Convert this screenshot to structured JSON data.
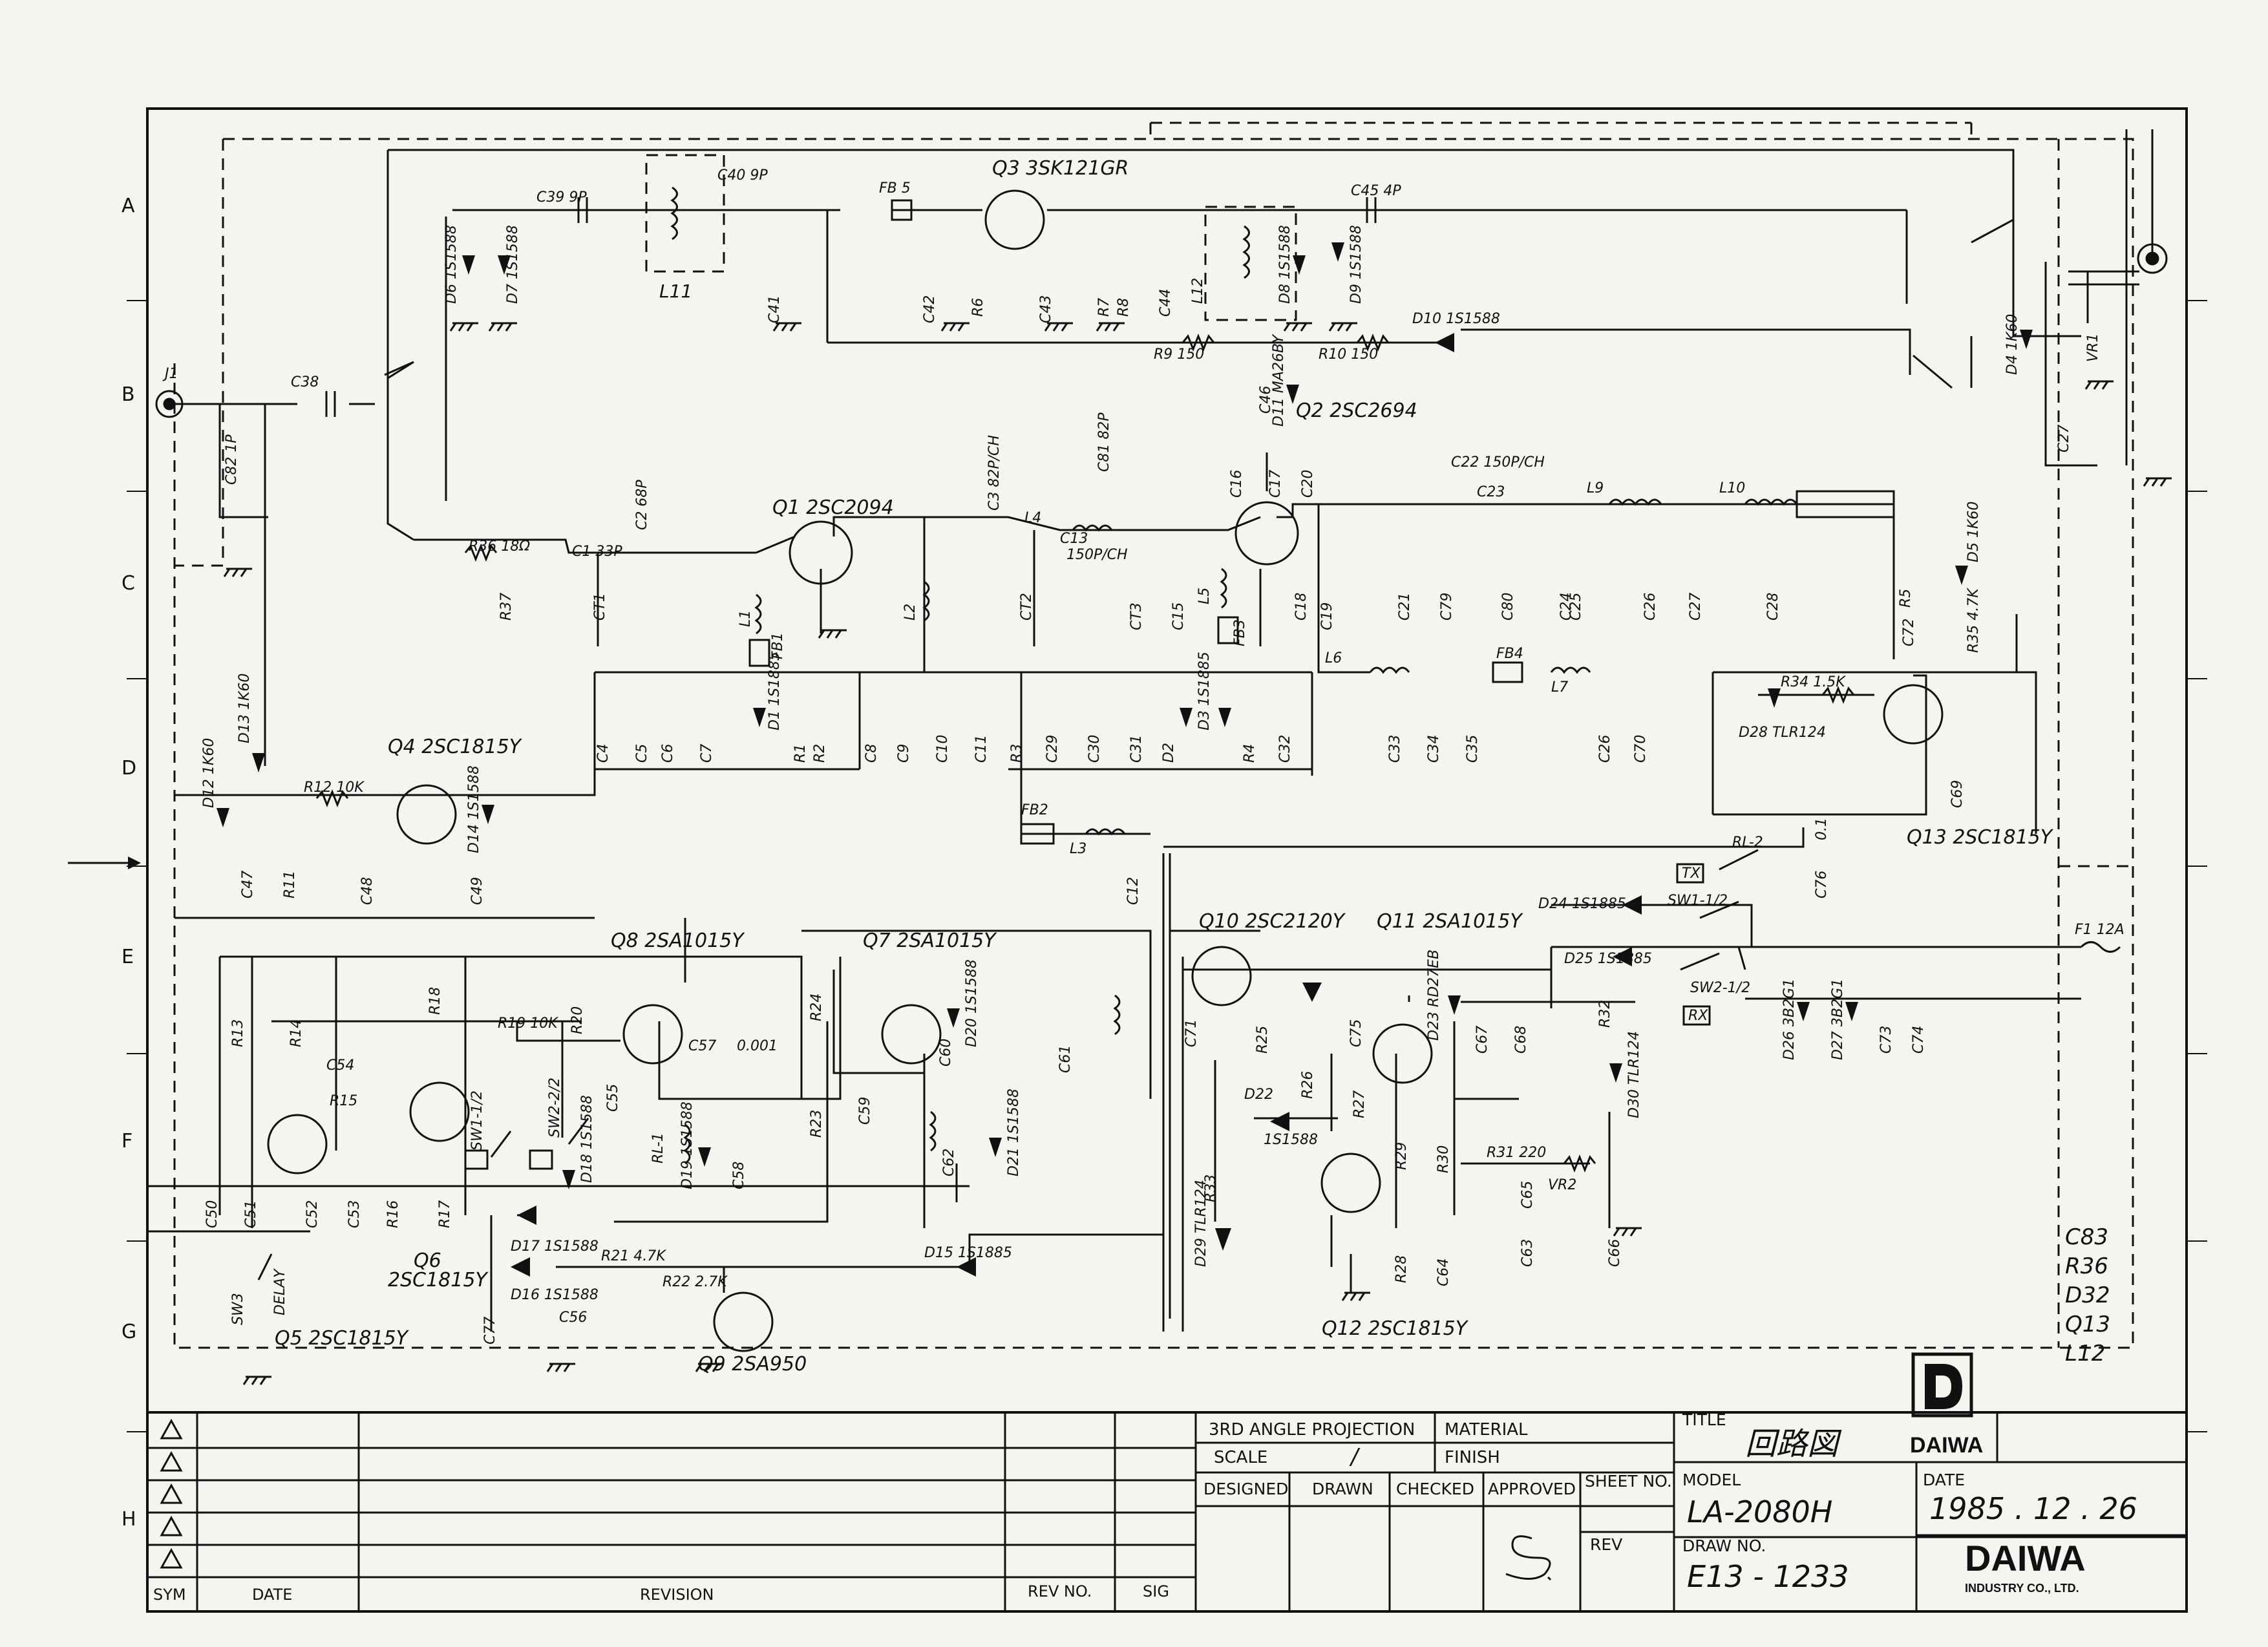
{
  "grid": {
    "rows": [
      "A",
      "B",
      "C",
      "D",
      "E",
      "F",
      "G",
      "H"
    ]
  },
  "jacks": [
    "J1"
  ],
  "transistors": [
    {
      "ref": "Q1",
      "part": "2SC2094"
    },
    {
      "ref": "Q2",
      "part": "2SC2694"
    },
    {
      "ref": "Q3",
      "part": "3SK121GR"
    },
    {
      "ref": "Q4",
      "part": "2SC1815Y"
    },
    {
      "ref": "Q5",
      "part": "2SC1815Y"
    },
    {
      "ref": "Q6",
      "part": "2SC1815Y"
    },
    {
      "ref": "Q7",
      "part": "2SA1015Y"
    },
    {
      "ref": "Q8",
      "part": "2SA1015Y"
    },
    {
      "ref": "Q9",
      "part": "2SA950"
    },
    {
      "ref": "Q10",
      "part": "2SC2120Y"
    },
    {
      "ref": "Q11",
      "part": "2SA1015Y"
    },
    {
      "ref": "Q12",
      "part": "2SC1815Y"
    },
    {
      "ref": "Q13",
      "part": "2SC1815Y"
    }
  ],
  "diodes": [
    {
      "ref": "D6",
      "part": "1S1588"
    },
    {
      "ref": "D7",
      "part": "1S1588"
    },
    {
      "ref": "D8",
      "part": "1S1588"
    },
    {
      "ref": "D9",
      "part": "1S1588"
    },
    {
      "ref": "D10",
      "part": "1S1588"
    },
    {
      "ref": "D11",
      "part": "MA26BY"
    },
    {
      "ref": "D4",
      "part": "1K60"
    },
    {
      "ref": "D5",
      "part": "1K60"
    },
    {
      "ref": "D12",
      "part": "1K60"
    },
    {
      "ref": "D13",
      "part": "1K60"
    },
    {
      "ref": "D14",
      "part": "1S1588"
    },
    {
      "ref": "D1",
      "part": "1S1885"
    },
    {
      "ref": "D3",
      "part": "1S1885"
    },
    {
      "ref": "D28",
      "part": "TLR124"
    },
    {
      "ref": "D24",
      "part": "1S1885"
    },
    {
      "ref": "D25",
      "part": "1S1885"
    },
    {
      "ref": "D26",
      "part": "3B2G1"
    },
    {
      "ref": "D27",
      "part": "3B2G1"
    },
    {
      "ref": "D30",
      "part": "TLR124"
    },
    {
      "ref": "D22",
      "part": "1S1588"
    },
    {
      "ref": "D29",
      "part": "TLR124"
    },
    {
      "ref": "D15",
      "part": "1S1885"
    },
    {
      "ref": "D16",
      "part": "1S1588"
    },
    {
      "ref": "D17",
      "part": "1S1588"
    },
    {
      "ref": "D18",
      "part": "1S1588"
    },
    {
      "ref": "D19",
      "part": "1S1588"
    },
    {
      "ref": "D20",
      "part": "1S1588"
    },
    {
      "ref": "D21",
      "part": "1S1588"
    },
    {
      "ref": "D23",
      "part": "RD27EB"
    }
  ],
  "labels": {
    "c39": "C39",
    "c39_val": "9P",
    "c40": "C40",
    "c40_val": "9P",
    "fb5": "FB 5",
    "c45": "C45",
    "c45_val": "4P",
    "l11": "L11",
    "l12": "L12",
    "c41": "C41",
    "c42": "C42",
    "c43": "C43",
    "c44": "C44",
    "r6": "R6",
    "r7": "R7",
    "r8": "R8",
    "r9": "R9",
    "r9_val": "150",
    "r10": "R10",
    "r10_val": "150",
    "c46": "C46",
    "c38": "C38",
    "c82": "C82",
    "c82_val": "1P",
    "r36": "R36",
    "r36_val": "18Ω",
    "r37": "R37",
    "c1": "C1",
    "c1_val": "33P",
    "c2": "C2",
    "c2_val": "68P",
    "ct1": "CT1",
    "l1": "L1",
    "fb1": "FB1",
    "c3": "C3",
    "c3_val": "82P/CH",
    "l4": "L4",
    "l2": "L2",
    "ct2": "CT2",
    "c81": "C81",
    "c81_val": "82P",
    "c13": "C13",
    "c13_val": "150P/CH",
    "ct3": "CT3",
    "c15": "C15",
    "l5": "L5",
    "fb3": "FB3",
    "c16": "C16",
    "c17": "C17",
    "c18": "C18",
    "c19": "C19",
    "c20": "C20",
    "c21": "C21",
    "c22": "C22",
    "c22_val": "150P/CH",
    "c23": "C23",
    "c24": "C24",
    "c25": "C25",
    "c26": "C26",
    "c27": "C27",
    "c28": "C28",
    "c79": "C79",
    "c80": "C80",
    "l9": "L9",
    "l10": "L10",
    "l6": "L6",
    "fb4": "FB4",
    "l7": "L7",
    "r34": "R34",
    "r34_val": "1.5K",
    "r35": "R35",
    "r35_val": "4.7K",
    "r5": "R5",
    "c69": "C69",
    "c72": "C72",
    "c27b": "C27",
    "vr1": "VR1",
    "c4": "C4",
    "c5": "C5",
    "c6": "C6",
    "c7": "C7",
    "r1": "R1",
    "r2": "R2",
    "c8": "C8",
    "c9": "C9",
    "c10": "C10",
    "c11": "C11",
    "r3": "R3",
    "c29": "C29",
    "c30": "C30",
    "c31": "C31",
    "d2": "D2",
    "r4": "R4",
    "c32": "C32",
    "c33": "C33",
    "c34": "C34",
    "c35": "C35",
    "c36b": "C26",
    "c70": "C70",
    "r12": "R12",
    "r12_val": "10K",
    "r11": "R11",
    "c47": "C47",
    "c48": "C48",
    "c49": "C49",
    "fb2": "FB2",
    "l3": "L3",
    "c12": "C12",
    "c76": "C76",
    "c76_val": "0.1",
    "rl2": "RL-2",
    "tx": "TX",
    "rx": "RX",
    "sw1_2": "SW1-1/2",
    "sw2_2": "SW2-1/2",
    "f1": "F1",
    "f1_val": "12A",
    "r13": "R13",
    "r14": "R14",
    "r15": "R15",
    "r18": "R18",
    "r19": "R19",
    "r19_val": "10K",
    "r20": "R20",
    "r24": "R24",
    "r23": "R23",
    "c54": "C54",
    "c55": "C55",
    "c57": "C57",
    "c57_val": "0.001",
    "c58": "C58",
    "c59": "C59",
    "c60": "C60",
    "c61": "C61",
    "c62": "C62",
    "rl1": "RL-1",
    "sw1_1": "SW1-1/2",
    "sw2_1": "SW2-2/2",
    "c50": "C50",
    "c51": "C51",
    "c52": "C52",
    "c53": "C53",
    "r16": "R16",
    "r17": "R17",
    "sw3": "SW3",
    "delay": "DELAY",
    "c77": "C77",
    "c56": "C56",
    "r21": "R21",
    "r21_val": "4.7K",
    "r22": "R22",
    "r22_val": "2.7K",
    "r25": "R25",
    "r26": "R26",
    "r27": "R27",
    "r28": "R28",
    "r29": "R29",
    "r30": "R30",
    "r31": "R31",
    "r31_val": "220",
    "r32": "R32",
    "r33": "R33",
    "vr2": "VR2",
    "c63": "C63",
    "c64": "C64",
    "c65": "C65",
    "c66": "C66",
    "c67": "C67",
    "c68": "C68",
    "c71": "C71",
    "c73": "C73",
    "c74": "C74",
    "c75": "C75"
  },
  "revision_notes": [
    "C83",
    "R36",
    "D32",
    "Q13",
    "L12"
  ],
  "title_block": {
    "sym": "SYM",
    "date_col": "DATE",
    "revision_col": "REVISION",
    "rev_no": "REV NO.",
    "sig": "SIG",
    "projection": "3RD ANGLE PROJECTION",
    "material": "MATERIAL",
    "scale": "SCALE",
    "scale_val": "/",
    "finish": "FINISH",
    "designed": "DESIGNED",
    "drawn": "DRAWN",
    "checked": "CHECKED",
    "approved": "APPROVED",
    "sheet_no": "SHEET NO.",
    "rev": "REV",
    "title": "TITLE",
    "title_val": "回路図",
    "model": "MODEL",
    "model_val": "LA-2080H",
    "date": "DATE",
    "date_val": "1985 . 12 . 26",
    "draw_no": "DRAW NO.",
    "draw_no_val": "E13 - 1233",
    "brand": "DAIWA",
    "company": "DAIWA",
    "company_sub": "INDUSTRY CO., LTD."
  }
}
